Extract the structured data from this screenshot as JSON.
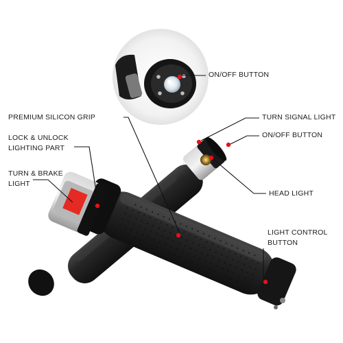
{
  "diagram": {
    "subject": "LED bicycle handlebar grips",
    "labels": {
      "zoom_on_off": "ON/OFF BUTTON",
      "silicon_grip": "PREMIUM SILICON GRIP",
      "turn_signal": "TURN SIGNAL LIGHT",
      "on_off": "ON/OFF BUTTON",
      "lock_unlock": "LOCK & UNLOCK\nLIGHTING PART",
      "turn_brake": "TURN & BRAKE\nLIGHT",
      "head_light": "HEAD LIGHT",
      "light_control": "LIGHT CONTROL\nBUTTON"
    },
    "colors": {
      "background": "#ffffff",
      "grip": "#1d1d1d",
      "grip_highlight": "#3c3c3c",
      "callout_dot": "#e8101a",
      "brake_light": "#e52a23",
      "line": "#111111",
      "text": "#1a1a1a"
    }
  }
}
